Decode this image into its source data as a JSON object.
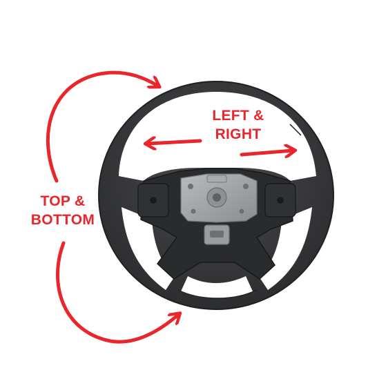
{
  "annotations": {
    "left_right": {
      "line1": "LEFT &",
      "line2": "RIGHT"
    },
    "top_bottom": {
      "line1": "TOP &",
      "line2": "BOTTOM"
    }
  },
  "colors": {
    "arrow": "#e8262b",
    "text": "#e8262b",
    "wheel": "#3a3b3d",
    "wheel_edge": "#232426",
    "metal": "#9ea1a4",
    "background": "#ffffff"
  }
}
